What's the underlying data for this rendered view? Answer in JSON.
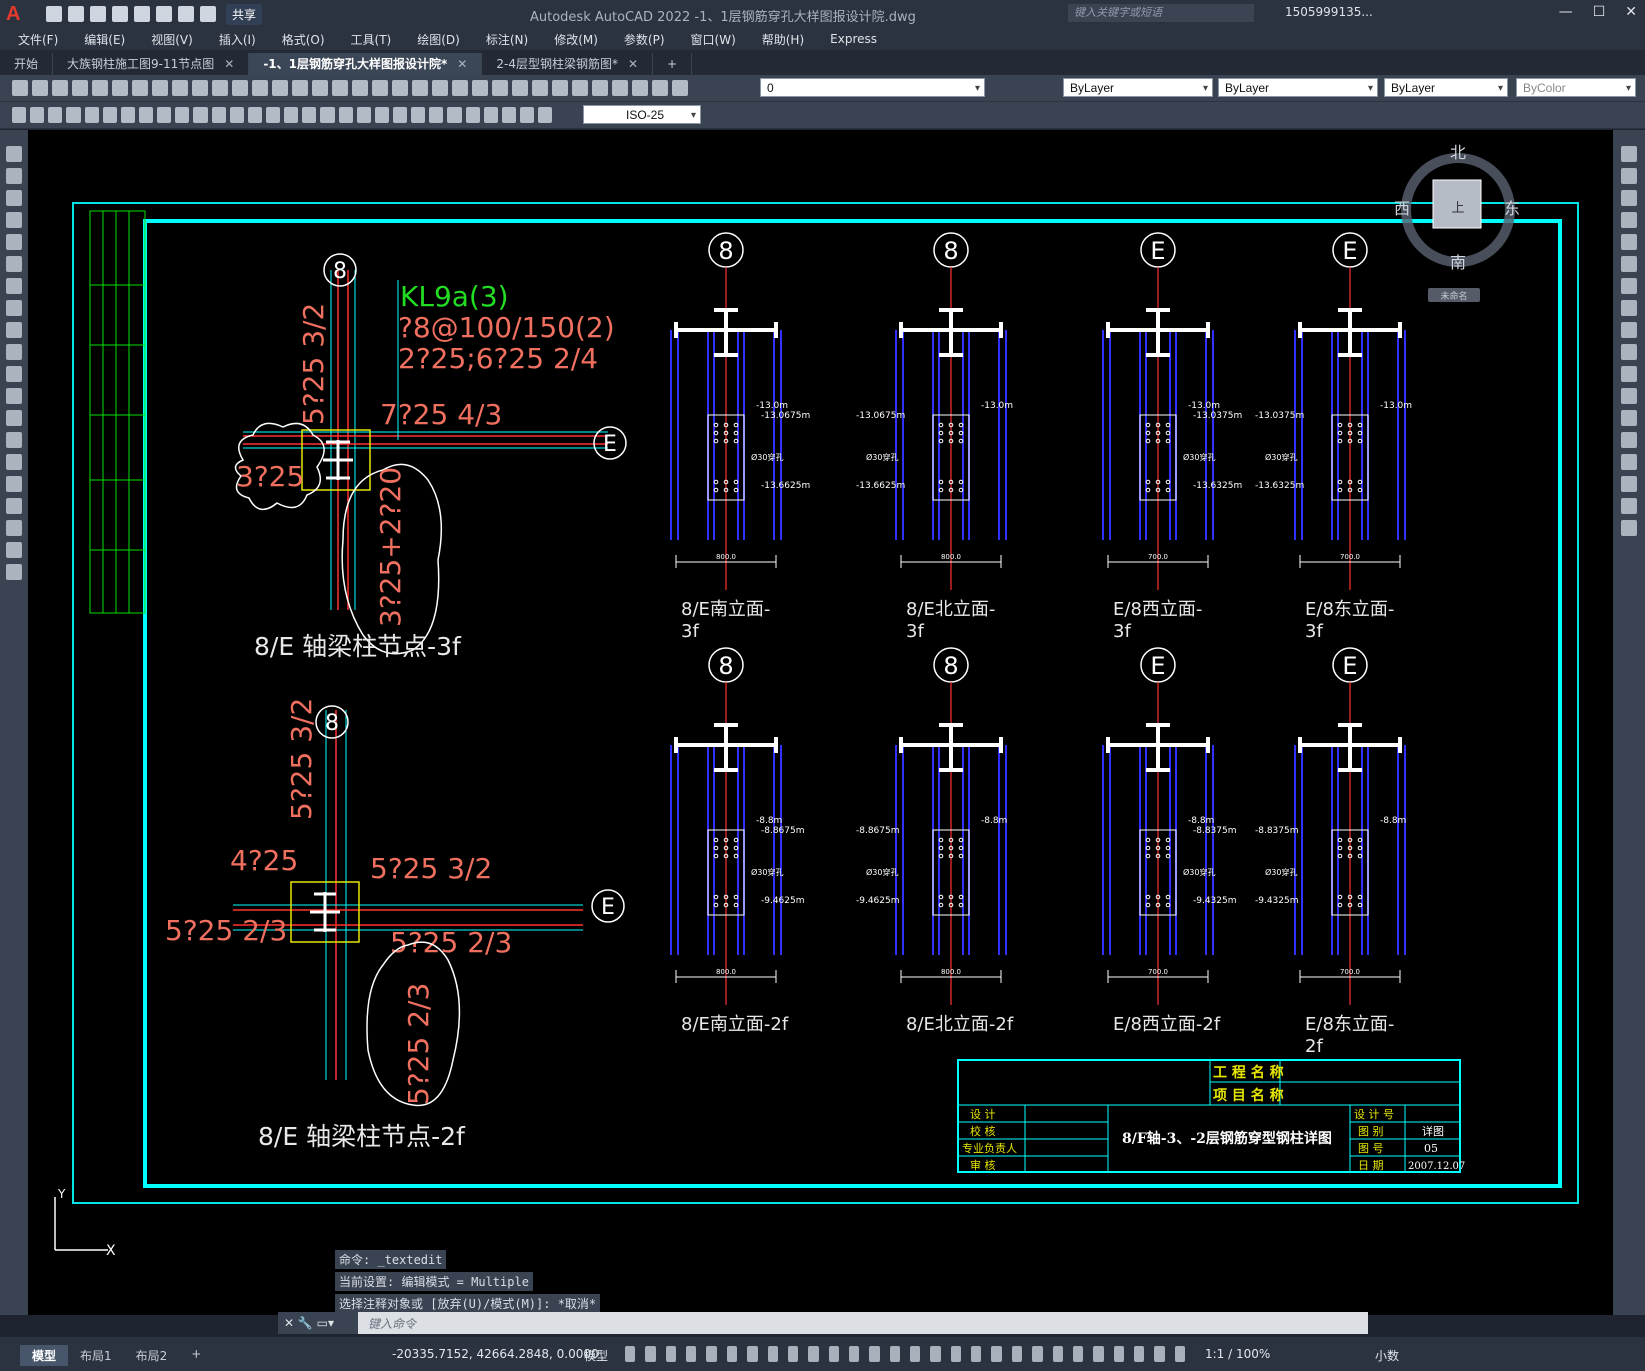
{
  "app": {
    "title": "Autodesk AutoCAD 2022    -1、1层钢筋穿孔大样图报设计院.dwg",
    "share_label": "共享",
    "search_placeholder": "键入关键字或短语",
    "user": "1505999135...",
    "window_buttons": [
      "—",
      "☐",
      "✕"
    ]
  },
  "menu": [
    "文件(F)",
    "编辑(E)",
    "视图(V)",
    "插入(I)",
    "格式(O)",
    "工具(T)",
    "绘图(D)",
    "标注(N)",
    "修改(M)",
    "参数(P)",
    "窗口(W)",
    "帮助(H)",
    "Express"
  ],
  "tabs": [
    {
      "label": "开始",
      "close": ""
    },
    {
      "label": "大族钢柱施工图9-11节点图",
      "close": "✕"
    },
    {
      "label": "-1、1层钢筋穿孔大样图报设计院*",
      "close": "✕"
    },
    {
      "label": "2-4层型钢柱梁钢筋图*",
      "close": "✕"
    },
    {
      "label": "+",
      "close": ""
    }
  ],
  "toolbar": {
    "layer_value": "0",
    "color_value": "ByLayer",
    "linetype_value": "ByLayer",
    "lineweight_value": "ByLayer",
    "plotstyle_value": "ByColor",
    "dimstyle_value": "ISO-25"
  },
  "viewcube": {
    "north": "北",
    "south": "南",
    "east": "东",
    "west": "西",
    "face": "上",
    "wcs": "未命名"
  },
  "drawing": {
    "colors": {
      "cyan": "#00ffff",
      "red": "#ff4040",
      "white": "#ffffff",
      "blue": "#3030ff",
      "yellow": "#e6e600",
      "green": "#22dd22",
      "salmon": "#f07060"
    },
    "node_top": {
      "title": "8/E 轴梁柱节点-3f",
      "grid_8": "8",
      "grid_e": "E",
      "beam_id": "KL9a(3)",
      "stirrup": "?8@100/150(2)",
      "bars": "2?25;6?25 2/4",
      "left_top": "5?25 3/2",
      "right": "7?25 4/3",
      "left": "3?25",
      "bottom": "3?25+2?20"
    },
    "node_bottom": {
      "title": "8/E 轴梁柱节点-2f",
      "grid_8": "8",
      "grid_e": "E",
      "top": "5?25 3/2",
      "left_top": "4?25",
      "right_top": "5?25 3/2",
      "left": "5?25 2/3",
      "right_bottom": "5?25 2/3",
      "bottom": "5?25 2/3"
    },
    "elevations_top": [
      {
        "grid": "8",
        "title": "8/E南立面-\n3f",
        "lv1": "-13.0m",
        "lv2": "-13.0675m",
        "lv3": "-13.6625m",
        "width": "800.0"
      },
      {
        "grid": "8",
        "title": "8/E北立面-\n3f",
        "lv1": "-13.0m",
        "lv2": "-13.0675m",
        "lv3": "-13.6625m",
        "width": "800.0"
      },
      {
        "grid": "E",
        "title": "E/8西立面-\n3f",
        "lv1": "-13.0m",
        "lv2": "-13.0375m",
        "lv3": "-13.6325m",
        "width": "700.0"
      },
      {
        "grid": "E",
        "title": "E/8东立面-\n3f",
        "lv1": "-13.0m",
        "lv2": "-13.0375m",
        "lv3": "-13.6325m",
        "width": "700.0"
      }
    ],
    "elevations_bottom": [
      {
        "grid": "8",
        "title": "8/E南立面-2f",
        "lv1": "-8.8m",
        "lv2": "-8.8675m",
        "lv3": "-9.4625m",
        "width": "800.0"
      },
      {
        "grid": "8",
        "title": "8/E北立面-2f",
        "lv1": "-8.8m",
        "lv2": "-8.8675m",
        "lv3": "-9.4625m",
        "width": "800.0"
      },
      {
        "grid": "E",
        "title": "E/8西立面-2f",
        "lv1": "-8.8m",
        "lv2": "-8.8375m",
        "lv3": "-9.4325m",
        "width": "700.0"
      },
      {
        "grid": "E",
        "title": "E/8东立面-\n2f",
        "lv1": "-8.8m",
        "lv2": "-8.8375m",
        "lv3": "-9.4325m",
        "width": "700.0"
      }
    ],
    "hole_label": "Ø30穿孔",
    "title_block": {
      "project_name": "工 程 名 称",
      "item_name": "项 目 名 称",
      "design": "设 计",
      "check": "校 核",
      "lead": "专业负责人",
      "review": "审 核",
      "drawing_title": "8/F轴-3、-2层钢筋穿型钢柱详图",
      "design_no": "设 计 号",
      "drawing_type": "图 别",
      "drawing_type_val": "详图",
      "drawing_no": "图 号",
      "drawing_no_val": "05",
      "date": "日 期",
      "date_val": "2007.12.07"
    },
    "ucs_x": "X",
    "ucs_y": "Y"
  },
  "command": {
    "history": [
      "命令: _textedit",
      "当前设置: 编辑模式 = Multiple",
      "选择注释对象或 [放弃(U)/模式(M)]: *取消*"
    ],
    "placeholder": "键入命令"
  },
  "status": {
    "layout_tabs": [
      "模型",
      "布局1",
      "布局2",
      "+"
    ],
    "coords": "-20335.7152, 42664.2848, 0.0000",
    "space": "模型",
    "scale": "1:1 / 100%",
    "units": "小数"
  }
}
